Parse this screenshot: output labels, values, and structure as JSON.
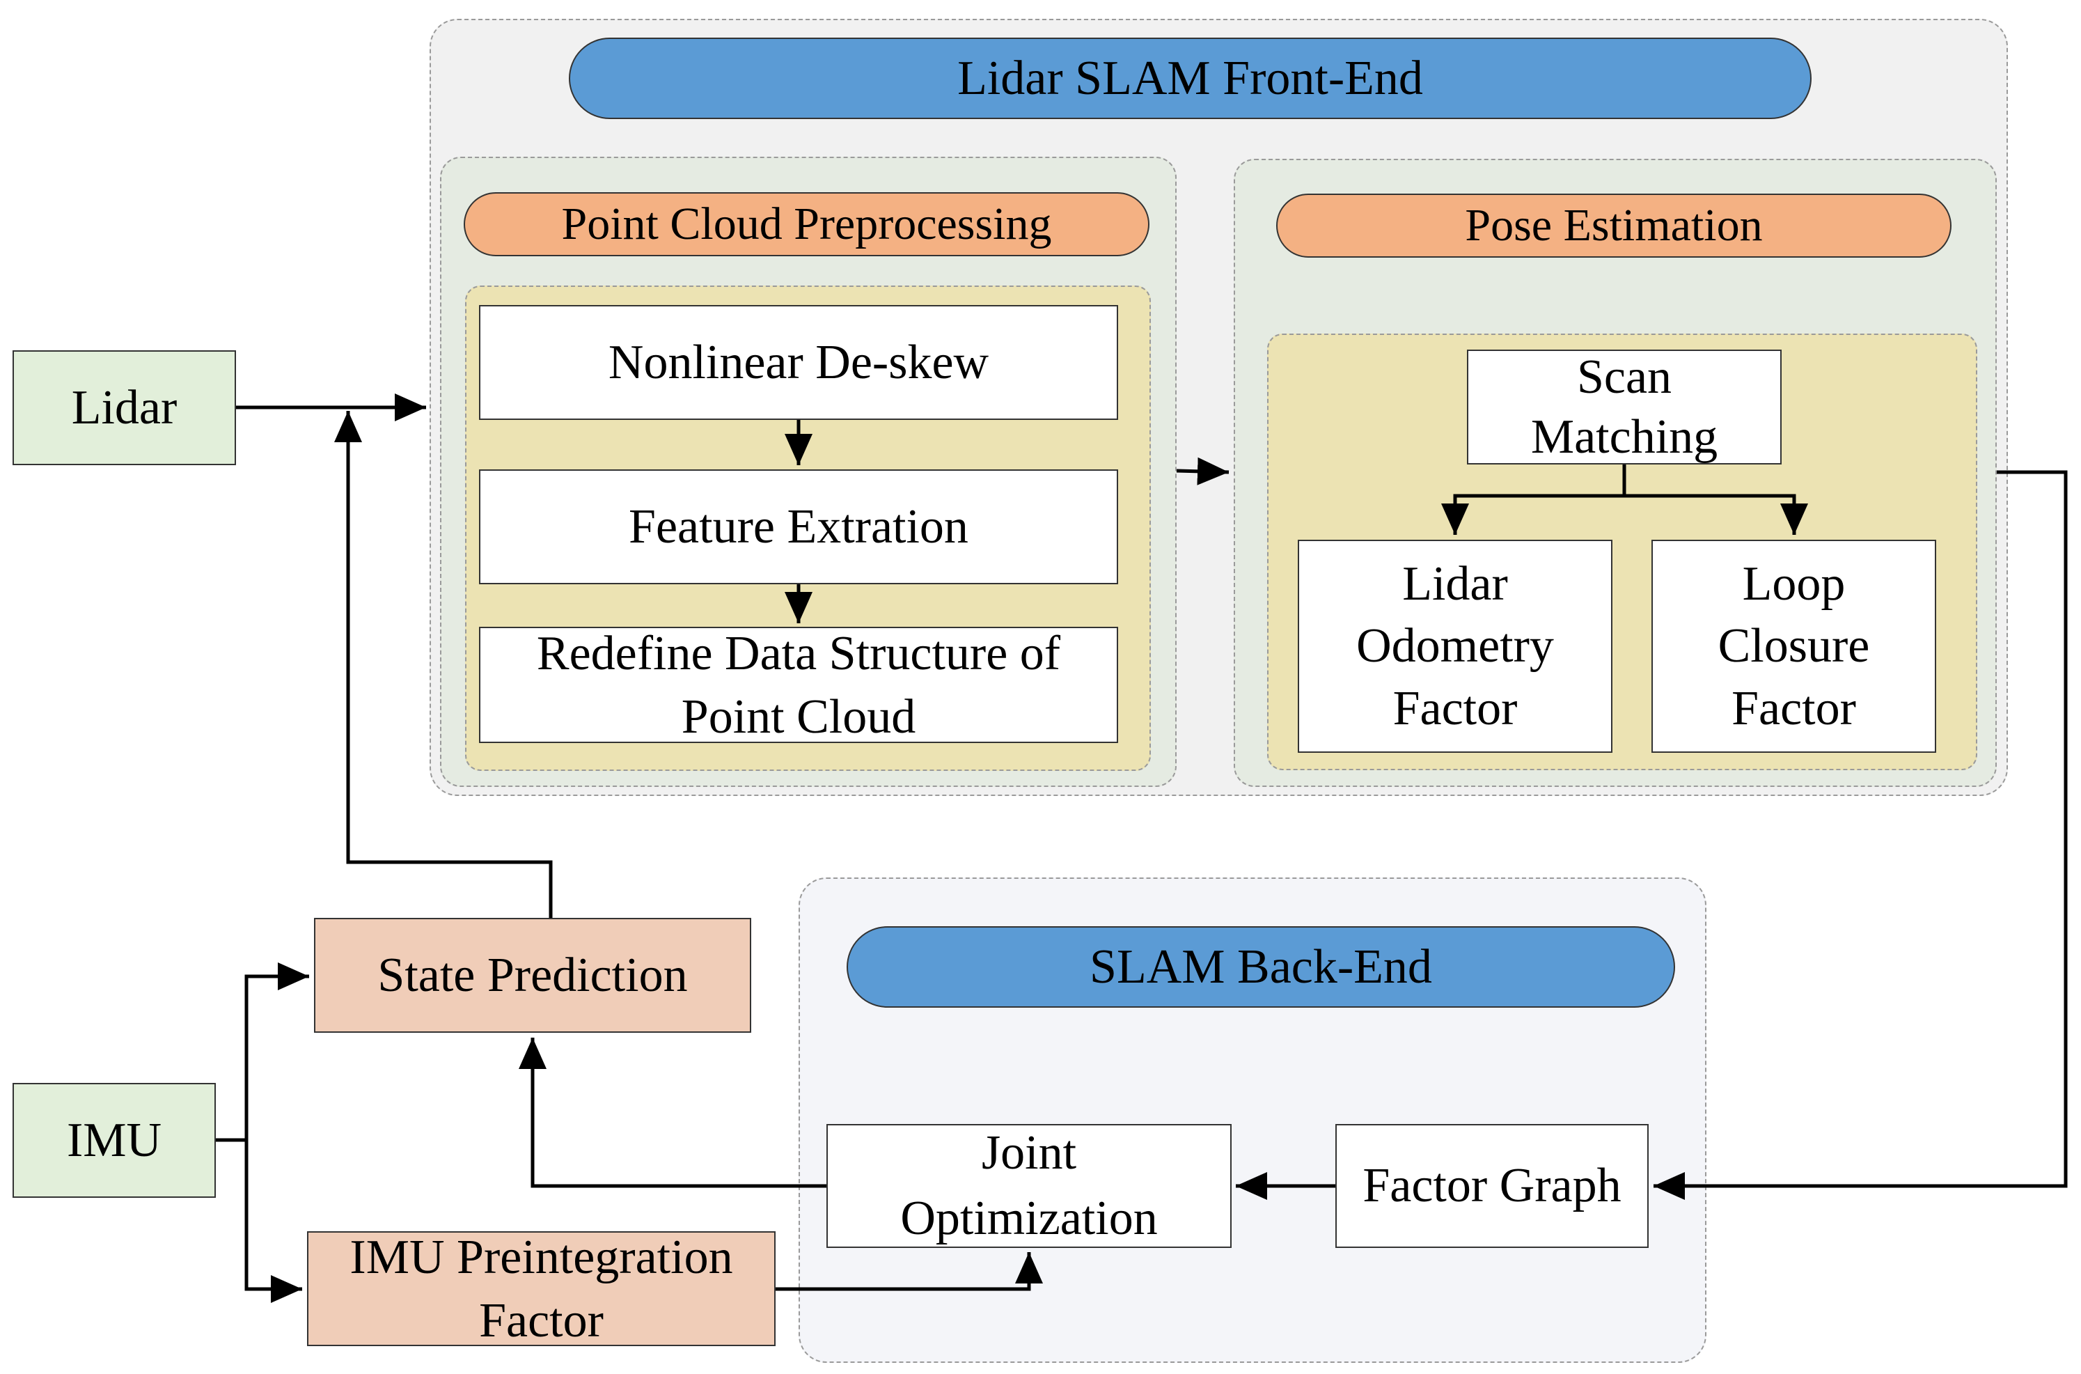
{
  "colors": {
    "front_end_bg": "#f1f1f1",
    "sub_panel_bg": "#e5ebe2",
    "inner_panel_bg": "#ece3b3",
    "back_end_bg": "#f4f5f9",
    "title_blue": "#5b9bd5",
    "title_orange": "#f4b183",
    "sensor_green": "#e2efda",
    "factor_peach": "#f0cdb8",
    "process_white": "#ffffff",
    "line": "#000000"
  },
  "front_end": {
    "title": "Lidar SLAM Front-End",
    "preprocessing": {
      "title": "Point Cloud Preprocessing",
      "steps": [
        "Nonlinear De-skew",
        "Feature Extration",
        "Redefine Data Structure of Point Cloud"
      ]
    },
    "pose_estimation": {
      "title": "Pose Estimation",
      "scan_matching": "Scan Matching",
      "lidar_odometry_factor": "Lidar Odometry Factor",
      "loop_closure_factor": "Loop Closure Factor"
    }
  },
  "back_end": {
    "title": "SLAM Back-End",
    "joint_optimization": "Joint Optimization",
    "factor_graph": "Factor Graph"
  },
  "sensors": {
    "lidar": "Lidar",
    "imu": "IMU"
  },
  "state_prediction": "State Prediction",
  "imu_preintegration": "IMU Preintegration Factor"
}
